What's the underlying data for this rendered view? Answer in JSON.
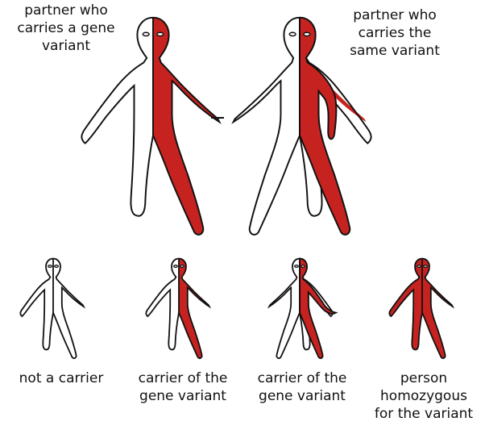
{
  "colors": {
    "variant": "#c62320",
    "outline": "#111111",
    "background": "#ffffff"
  },
  "top": {
    "left_label": [
      "partner who",
      "carries a gene",
      "variant"
    ],
    "right_label": [
      "partner who",
      "carries the",
      "same variant"
    ]
  },
  "bottom": [
    {
      "lines": [
        "not a carrier"
      ]
    },
    {
      "lines": [
        "carrier of the",
        "gene variant"
      ]
    },
    {
      "lines": [
        "carrier of the",
        "gene variant"
      ]
    },
    {
      "lines": [
        "person",
        "homozygous",
        "for the variant"
      ]
    }
  ]
}
